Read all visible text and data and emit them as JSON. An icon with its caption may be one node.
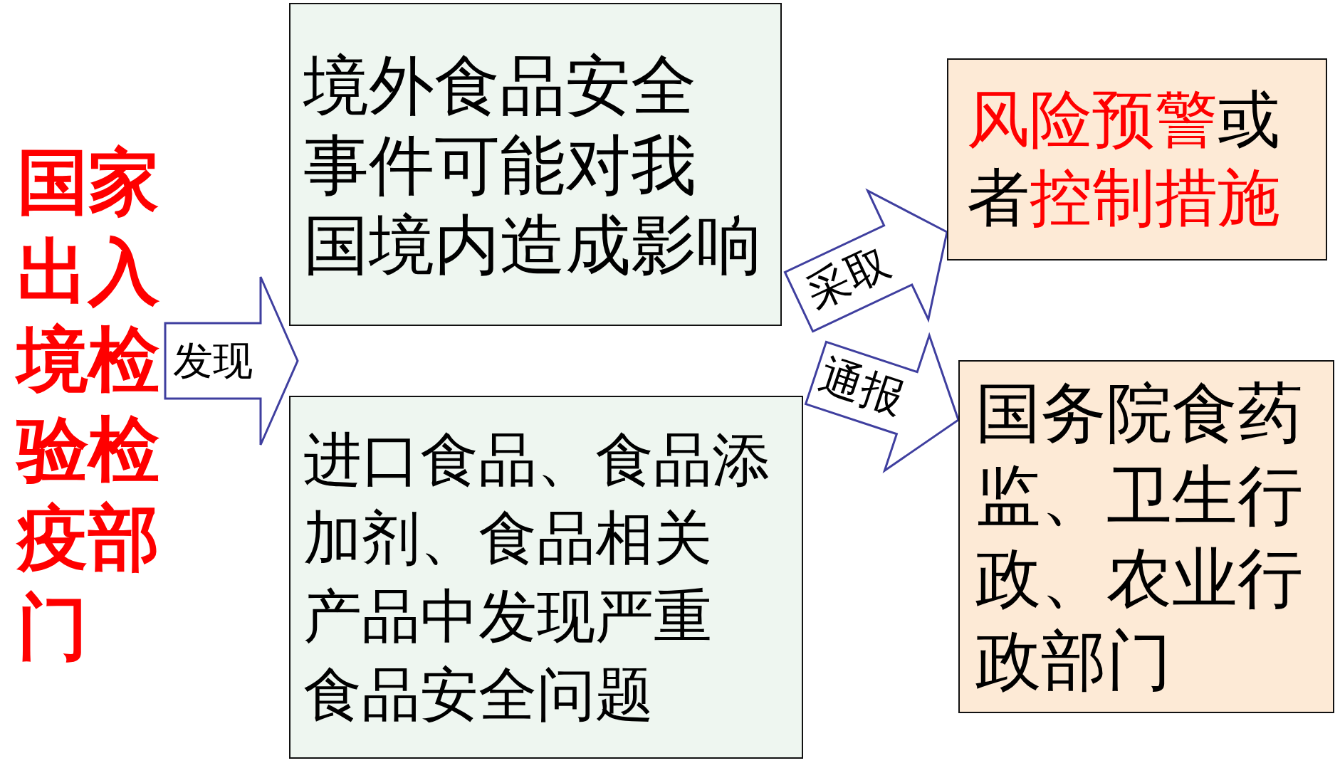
{
  "diagram": {
    "nodes": [
      {
        "text": [
          "国家出入境检验检疫部门"
        ]
      },
      {
        "text": [
          "境外食品安全事件可能对我国境内造成影响"
        ]
      },
      {
        "text": [
          "进口食品、食品添加剂、食品相关产品中发现严重食品安全问题"
        ]
      },
      {
        "text": [
          "**风险预警**或者**控制措施**"
        ]
      },
      {
        "text": [
          "国务院食药监、卫生行政、农业行政部门"
        ]
      }
    ],
    "edges": [
      {
        "from": 0,
        "to": 1,
        "arrow": "to",
        "label": "发现"
      },
      {
        "from": 0,
        "to": 2,
        "arrow": "to"
      },
      {
        "from": 1,
        "to": 3,
        "arrow": "to",
        "label": "采取"
      },
      {
        "from": 2,
        "to": 4,
        "arrow": "to",
        "label": "通报"
      }
    ]
  }
}
